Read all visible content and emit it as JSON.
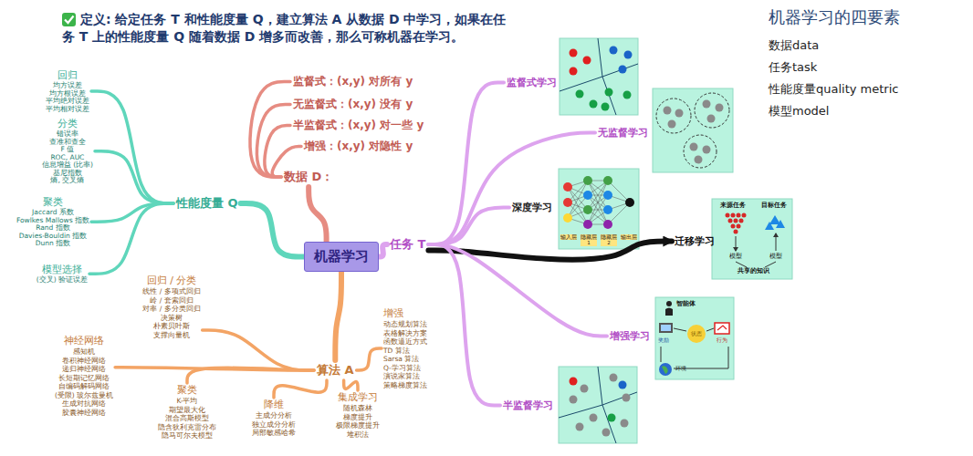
{
  "diagram": {
    "title": "定义: 给定任务 T 和性能度量 Q，建立算法 A 从数据 D 中学习，如果在任务 T 上的性能度量 Q 随着数据 D 增多而改善，那么可称机器在学习。",
    "nodes": [
      {
        "text": [
          "机器学习"
        ]
      },
      {
        "text": [
          "性能度量 Q"
        ]
      },
      {
        "text": [
          "回归",
          "均方误差",
          "均方根误差",
          "平均绝对误差",
          "平均相对误差"
        ]
      },
      {
        "text": [
          "分类",
          "错误率",
          "查准和查全",
          "F 值",
          "ROC, AUC",
          "信息增益 (比率)",
          "基尼指数",
          "熵, 交叉熵"
        ]
      },
      {
        "text": [
          "聚类",
          "Jaccard 系数",
          "Fowlkes Mallows 指数",
          "Rand 指数",
          "Davies-Bouldin 指数",
          "Dunn 指数"
        ]
      },
      {
        "text": [
          "模型选择",
          "(交叉) 验证误差"
        ]
      },
      {
        "text": [
          "数据 D："
        ]
      },
      {
        "text": [
          "监督式：(x,y) 对所有 y"
        ]
      },
      {
        "text": [
          "无监督式：(x,y) 没有 y"
        ]
      },
      {
        "text": [
          "半监督式：(x,y) 对一些 y"
        ]
      },
      {
        "text": [
          "增强：(x,y) 对隐性 y"
        ]
      },
      {
        "text": [
          "任务 T"
        ]
      },
      {
        "text": [
          "监督式学习"
        ]
      },
      {
        "text": [
          "无监督学习"
        ]
      },
      {
        "text": [
          "深度学习"
        ]
      },
      {
        "text": [
          "迁移学习"
        ]
      },
      {
        "text": [
          "增强学习"
        ]
      },
      {
        "text": [
          "半监督学习"
        ]
      },
      {
        "text": [
          "算法 A"
        ]
      },
      {
        "text": [
          "回归 / 分类",
          "线性 / 多项式回归",
          "岭 / 套索回归",
          "对率 / 多分类回归",
          "决策树",
          "朴素贝叶斯",
          "支撑向量机"
        ]
      },
      {
        "text": [
          "神经网络",
          "感知机",
          "卷积神经网络",
          "递归神经网络",
          "长短期记忆网络",
          "自编码解码网络",
          "(受限) 玻尔兹曼机",
          "生成对抗网络",
          "胶囊神经网络"
        ]
      },
      {
        "text": [
          "聚类",
          "K-平均",
          "期望最大化",
          "混合高斯模型",
          "隐含狄利克雷分布",
          "隐马可尔夫模型"
        ]
      },
      {
        "text": [
          "降维",
          "主成分分析",
          "独立成分分析",
          "局部敏感哈希"
        ]
      },
      {
        "text": [
          "集成学习",
          "随机森林",
          "梯度提升",
          "极限梯度提升",
          "堆积法"
        ]
      },
      {
        "text": [
          "增强",
          "动态规划算法",
          "表格解决方案",
          "函数逼近方式",
          "TD 算法",
          "Sarsa 算法",
          "Q-学习算法",
          "演说家算法",
          "策略梯度算法"
        ]
      }
    ],
    "edges": [
      {
        "from": 0,
        "to": 1,
        "arrow": "none"
      },
      {
        "from": 1,
        "to": 2,
        "arrow": "none"
      },
      {
        "from": 1,
        "to": 3,
        "arrow": "none"
      },
      {
        "from": 1,
        "to": 4,
        "arrow": "none"
      },
      {
        "from": 1,
        "to": 5,
        "arrow": "none"
      },
      {
        "from": 0,
        "to": 6,
        "arrow": "none"
      },
      {
        "from": 6,
        "to": 7,
        "arrow": "none"
      },
      {
        "from": 6,
        "to": 8,
        "arrow": "none"
      },
      {
        "from": 6,
        "to": 9,
        "arrow": "none"
      },
      {
        "from": 6,
        "to": 10,
        "arrow": "none"
      },
      {
        "from": 0,
        "to": 11,
        "arrow": "none"
      },
      {
        "from": 11,
        "to": 12,
        "arrow": "none"
      },
      {
        "from": 11,
        "to": 13,
        "arrow": "none"
      },
      {
        "from": 11,
        "to": 14,
        "arrow": "none"
      },
      {
        "from": 11,
        "to": 15,
        "arrow": "to"
      },
      {
        "from": 11,
        "to": 16,
        "arrow": "none"
      },
      {
        "from": 11,
        "to": 17,
        "arrow": "none"
      },
      {
        "from": 0,
        "to": 18,
        "arrow": "none"
      },
      {
        "from": 18,
        "to": 19,
        "arrow": "none"
      },
      {
        "from": 18,
        "to": 20,
        "arrow": "none"
      },
      {
        "from": 18,
        "to": 21,
        "arrow": "none"
      },
      {
        "from": 18,
        "to": 22,
        "arrow": "none"
      },
      {
        "from": 18,
        "to": 23,
        "arrow": "none"
      },
      {
        "from": 18,
        "to": 24,
        "arrow": "none"
      }
    ],
    "labels": [
      "机器学习的四要素",
      "数据data",
      "任务task",
      "性能度量quality metric",
      "模型model",
      "输入层",
      "隐藏层 1",
      "隐藏层 2",
      "输出层",
      "来源任务",
      "目标任务",
      "模型",
      "模型",
      "共享的知识",
      "智能体",
      "状态",
      "奖励",
      "行为",
      "环境"
    ]
  }
}
